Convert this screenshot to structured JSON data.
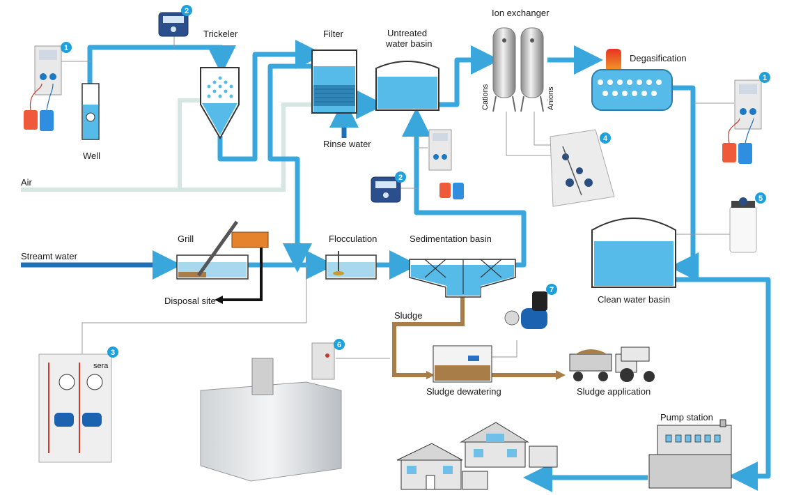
{
  "labels": {
    "well": "Well",
    "trickeler": "Trickeler",
    "filter": "Filter",
    "untreated_basin_1": "Untreated",
    "untreated_basin_2": "water basin",
    "ion_exchanger": "Ion exchanger",
    "cations": "Cations",
    "anions": "Anions",
    "degasification": "Degasification",
    "rinse_water": "Rinse water",
    "air": "Air",
    "grill": "Grill",
    "streamt_water": "Streamt water",
    "disposal_site": "Disposal site",
    "flocculation": "Flocculation",
    "sedimentation_basin": "Sedimentation basin",
    "clean_water_basin": "Clean water basin",
    "sludge": "Sludge",
    "sludge_dewatering": "Sludge dewatering",
    "sludge_application": "Sludge application",
    "pump_station": "Pump station",
    "sera_brand": "sera"
  },
  "badges": [
    "1",
    "2",
    "2",
    "1",
    "3",
    "4",
    "5",
    "6",
    "7"
  ],
  "colors": {
    "water_line": "#3aa7dc",
    "raw_water_line": "#1f6fb5",
    "air_line": "#d6e6e2",
    "sludge_line": "#a97d47",
    "disposal_line": "#111111",
    "badge": "#1ea0dc",
    "degas_heat": "#f08a24"
  },
  "icons": [
    "dosing-station-icon",
    "controller-icon",
    "canister-icon",
    "pump-icon",
    "tractor-icon",
    "house-icon",
    "factory-icon"
  ]
}
